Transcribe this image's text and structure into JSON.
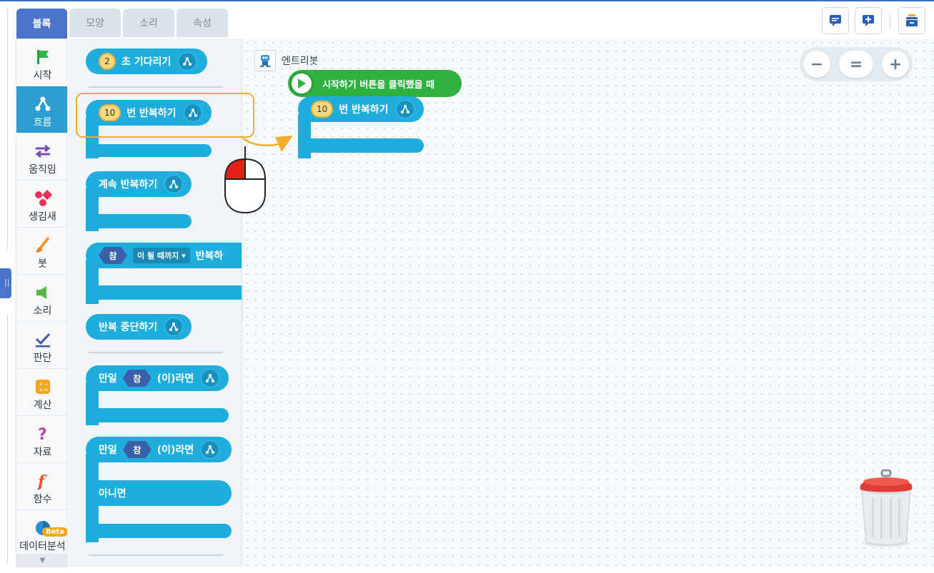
{
  "tabs": [
    {
      "label": "블록",
      "active": true
    },
    {
      "label": "모양"
    },
    {
      "label": "소리"
    },
    {
      "label": "속성"
    }
  ],
  "categories": [
    {
      "label": "시작",
      "icon": "flag-icon"
    },
    {
      "label": "흐름",
      "icon": "flow-icon",
      "active": true
    },
    {
      "label": "움직임",
      "icon": "move-arrows-icon"
    },
    {
      "label": "생김새",
      "icon": "shapes-icon"
    },
    {
      "label": "붓",
      "icon": "brush-icon"
    },
    {
      "label": "소리",
      "icon": "speaker-icon"
    },
    {
      "label": "판단",
      "icon": "check-icon"
    },
    {
      "label": "계산",
      "icon": "calculator-icon"
    },
    {
      "label": "자료",
      "icon": "question-icon"
    },
    {
      "label": "함수",
      "icon": "function-icon"
    },
    {
      "label": "데이터분석",
      "icon": "pie-chart-icon",
      "badge": "Beta"
    }
  ],
  "palette": {
    "wait": {
      "value": "2",
      "label": "초 기다리기"
    },
    "repeat": {
      "value": "10",
      "label": "번 반복하기"
    },
    "forever": {
      "label": "계속 반복하기"
    },
    "until": {
      "hex": "참",
      "dropdown": "이 될 때까지",
      "label": "반복하"
    },
    "stop": {
      "label": "반복 중단하기"
    },
    "if": {
      "prefix": "만일",
      "hex": "참",
      "suffix": "(이)라면"
    },
    "ifelse": {
      "prefix": "만일",
      "hex": "참",
      "suffix": "(이)라면",
      "else": "아니면"
    }
  },
  "workspace": {
    "object_name": "엔트리봇",
    "start_block": "시작하기 버튼을 클릭했을 때",
    "repeat_block": {
      "value": "10",
      "label": "번 반복하기"
    }
  },
  "zoom": {
    "minus": "−",
    "reset": "=",
    "plus": "+"
  },
  "colors": {
    "flow_block": "#1eaddd",
    "start_block": "#2eb13f",
    "active_tab": "#4a74c9",
    "highlight": "#f2ae2a"
  }
}
